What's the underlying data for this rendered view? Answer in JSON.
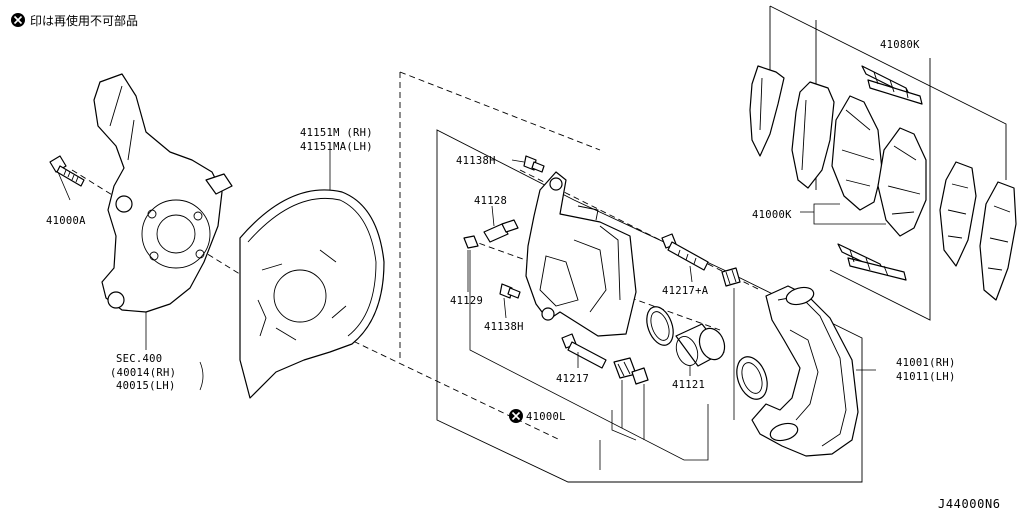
{
  "legend": {
    "symbol": "⊗",
    "text": "印は再使用不可部品"
  },
  "diagram_code": "J44000N6",
  "labels": {
    "bolt_41000A": "41000A",
    "sec400_line1": "SEC.400",
    "sec400_line2": "(40014(RH)",
    "sec400_line3": "40015(LH)",
    "plate_rh": "41151M (RH)",
    "plate_lh": "41151MA(LH)",
    "part_41138H_top": "41138H",
    "part_41128": "41128",
    "part_41129": "41129",
    "part_41138H_bottom": "41138H",
    "part_41217": "41217",
    "part_41217A": "41217+A",
    "part_41121": "41121",
    "part_41000L": "41000L",
    "caliper_rh": "41001(RH)",
    "caliper_lh": "41011(LH)",
    "part_41080K": "41080K",
    "part_41000K": "41000K"
  }
}
